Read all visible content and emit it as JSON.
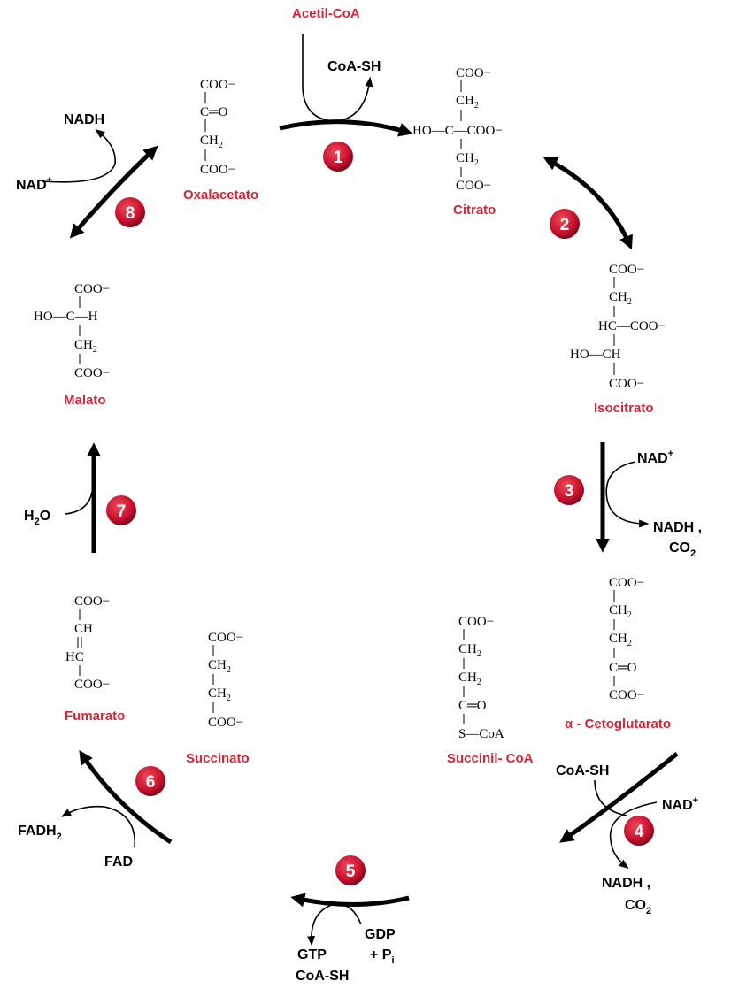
{
  "compounds": {
    "acetil_coa": "Acetil-CoA",
    "oxalacetato": "Oxalacetato",
    "citrato": "Citrato",
    "isocitrato": "Isocitrato",
    "cetoglutarato": "α - Cetoglutarato",
    "succinil_coa": "Succinil- CoA",
    "succinato": "Succinato",
    "fumarato": "Fumarato",
    "malato": "Malato"
  },
  "structures": {
    "coo": "COO−",
    "c_double_o": "C═O",
    "ch2": "CH",
    "ch2_sub": "2",
    "ho_c": "HO—C—COO−",
    "hc_coo": "HC—COO−",
    "ho_ch": "HO—CH",
    "ho_c_h": "HO—C—H",
    "ch": "CH",
    "hc": "HC",
    "s_coa": "S—CoA"
  },
  "cofactors": {
    "coa_sh": "CoA-SH",
    "nadh": "NADH",
    "nad": "NAD",
    "nad_sup": "+",
    "nadh_comma": "NADH ,",
    "co2": "CO",
    "co2_sub": "2",
    "gdp": "GDP",
    "plus_pi": "+  P",
    "pi_sub": "i",
    "gtp": "GTP",
    "fadh2": "FADH",
    "fadh2_sub": "2",
    "fad": "FAD",
    "h2o_h": "H",
    "h2o_sub": "2",
    "h2o_o": "O"
  },
  "steps": [
    "1",
    "2",
    "3",
    "4",
    "5",
    "6",
    "7",
    "8"
  ],
  "colors": {
    "compound_label": "#d0283a",
    "step_badge": "#c8102e",
    "arrow": "#000000"
  }
}
